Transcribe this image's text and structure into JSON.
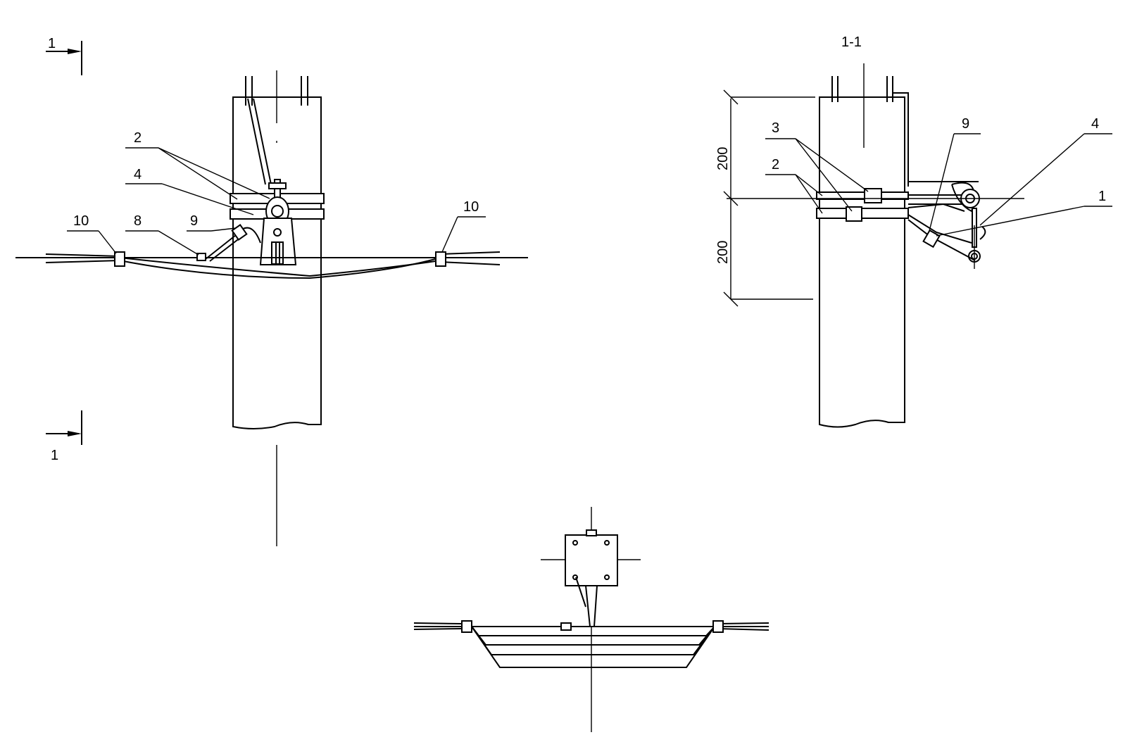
{
  "front_view": {
    "section_label_top": "1",
    "section_label_bottom": "1",
    "callouts": {
      "c2": "2",
      "c4": "4",
      "c10_left": "10",
      "c8": "8",
      "c9": "9",
      "c10_right": "10"
    }
  },
  "side_view": {
    "title": "1-1",
    "dim_upper": "200",
    "dim_lower": "200",
    "callouts": {
      "c3": "3",
      "c9": "9",
      "c4": "4",
      "c2": "2",
      "c1": "1"
    }
  }
}
